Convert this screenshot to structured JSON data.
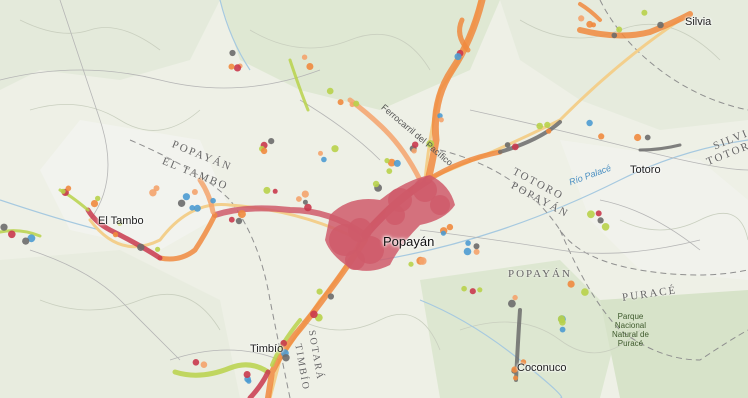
{
  "places": {
    "silvia": "Silvia",
    "totoro": "Totoro",
    "el_tambo": "El Tambo",
    "popayan": "Popayán",
    "timbio": "Timbío",
    "coconuco": "Coconuco"
  },
  "admin_labels": {
    "popayan_west_1": "POPAYÁN",
    "popayan_west_2": "EL TAMBO",
    "totoro_1": "TOTORO",
    "totoro_2": "POPAYÁN",
    "popayan_south": "POPAYÁN",
    "purace": "PURACÉ",
    "silvia_edge_1": "SILVIA",
    "silvia_edge_2": "TOTORO",
    "sotara_1": "SOTARÁ",
    "sotara_2": "TIMBÍO"
  },
  "features": {
    "railway": "Ferrocarril del Pacífico",
    "river": "Río Palacé",
    "park": "Parque\nNacional\nNatural de\nPuracé"
  },
  "colors": {
    "base_land": "#eef0e6",
    "urban": "#cf5a6a",
    "red": "#c9384c",
    "orange": "#f08a3e",
    "light_orange": "#f4a36c",
    "yellow_green": "#b8d24a",
    "blue": "#4c9bd1",
    "gray": "#6b6b6b",
    "water": "#9cc8e6",
    "road": "#f6d48a"
  }
}
